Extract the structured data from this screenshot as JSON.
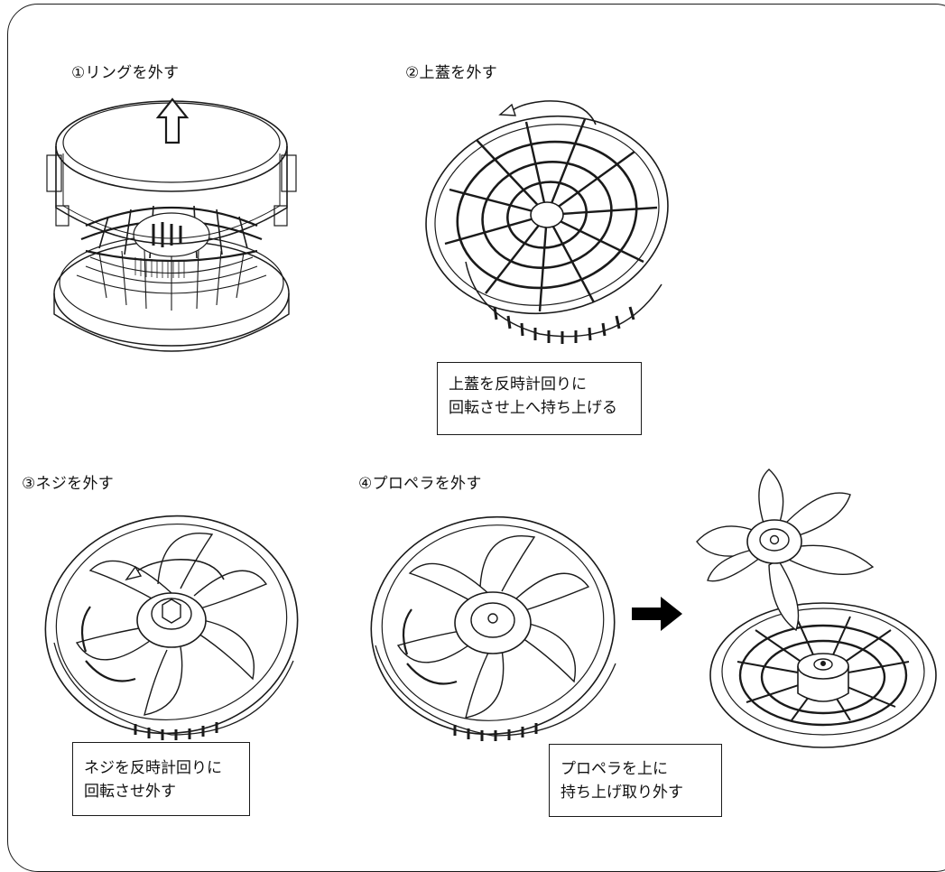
{
  "steps": [
    {
      "title": "①リングを外す"
    },
    {
      "title": "②上蓋を外す",
      "note": [
        "上蓋を反時計回りに",
        "回転させ上へ持ち上げる"
      ]
    },
    {
      "title": "③ネジを外す",
      "note": [
        "ネジを反時計回りに",
        "回転させ外す"
      ]
    },
    {
      "title": "④プロペラを外す",
      "note": [
        "プロペラを上に",
        "持ち上げ取り外す"
      ]
    }
  ],
  "icons": [
    "up-arrow-icon",
    "counterclockwise-arrow-icon",
    "right-arrow-icon"
  ],
  "colors": {
    "line": "#1a1a1a",
    "background": "#ffffff"
  }
}
